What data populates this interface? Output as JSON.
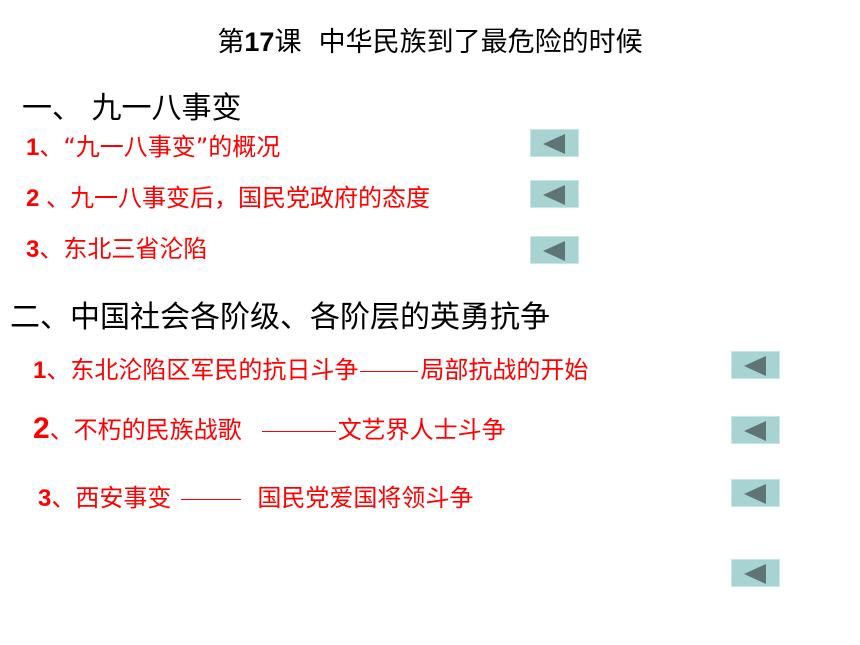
{
  "title": {
    "prefix": "第",
    "number": "17",
    "rest": "课  中华民族到了最危险的时候"
  },
  "section1": {
    "heading": "一、  九一八事变",
    "items": [
      {
        "idx": "1",
        "text": "、“九一八事变”的概况"
      },
      {
        "idx": "2 ",
        "text": "、九一八事变后，国民党政府的态度"
      },
      {
        "idx": "3",
        "text": "、东北三省沦陷"
      }
    ]
  },
  "section2": {
    "heading": "二、中国社会各阶级、各阶层的英勇抗争",
    "items": [
      {
        "idx": "1",
        "text_a": "、东北沦陷区军民的抗日斗争",
        "text_b": "局部抗战的开始"
      },
      {
        "idx": "2",
        "text_a": "、不朽的民族战歌",
        "text_b": "文艺界人士斗争"
      },
      {
        "idx": "3",
        "text_a": "、西安事变",
        "text_b": "国民党爱国将领斗争"
      }
    ]
  },
  "nav_button_icon": "back-triangle-icon",
  "colors": {
    "item_text": "#ff0000",
    "button_bg": "#a7d3d3",
    "button_icon": "#5f7575"
  }
}
